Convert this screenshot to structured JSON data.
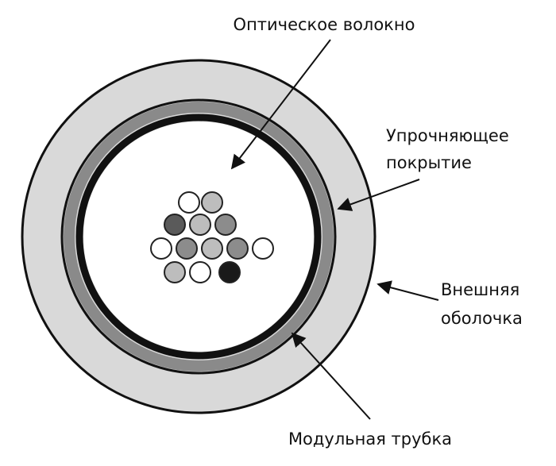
{
  "diagram": {
    "title": "",
    "labels": {
      "fiber": "Оптическое волокно",
      "coating_line1": "Упрочняющее",
      "coating_line2": "покрытие",
      "outer_line1": "Внешняя",
      "outer_line2": "оболочка",
      "tube": "Модульная трубка"
    },
    "colors": {
      "outer_sheath": "#d9d9d9",
      "dark_ring": "#111111",
      "mid_ring": "#8a8a8a",
      "inner": "#ffffff",
      "fiber_white": "#ffffff",
      "fiber_light": "#bdbdbd",
      "fiber_mid": "#8c8c8c",
      "fiber_dark": "#5a5a5a",
      "fiber_black": "#1a1a1a"
    },
    "fibers": [
      {
        "row": 0,
        "tone": "fiber_white"
      },
      {
        "row": 0,
        "tone": "fiber_light"
      },
      {
        "row": 1,
        "tone": "fiber_dark"
      },
      {
        "row": 1,
        "tone": "fiber_light"
      },
      {
        "row": 1,
        "tone": "fiber_mid"
      },
      {
        "row": 2,
        "tone": "fiber_white"
      },
      {
        "row": 2,
        "tone": "fiber_mid"
      },
      {
        "row": 2,
        "tone": "fiber_light"
      },
      {
        "row": 2,
        "tone": "fiber_mid"
      },
      {
        "row": 2,
        "tone": "fiber_white"
      },
      {
        "row": 3,
        "tone": "fiber_light"
      },
      {
        "row": 3,
        "tone": "fiber_white"
      },
      {
        "row": 3,
        "tone": "fiber_black"
      }
    ]
  }
}
